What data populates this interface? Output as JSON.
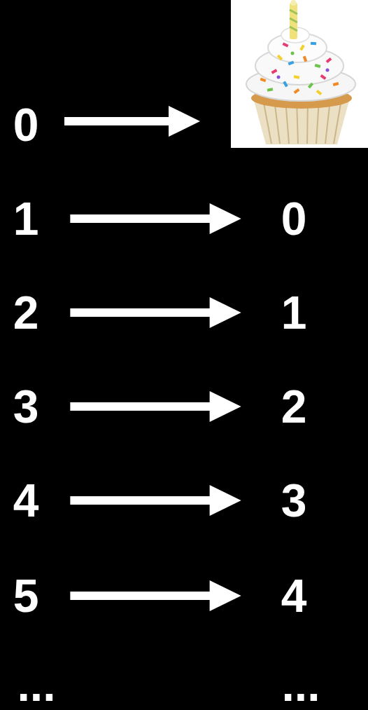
{
  "diagram": {
    "nodes": [
      {
        "text": [
          "0"
        ]
      },
      {
        "text": [
          "1"
        ]
      },
      {
        "text": [
          "0"
        ]
      },
      {
        "text": [
          "2"
        ]
      },
      {
        "text": [
          "1"
        ]
      },
      {
        "text": [
          "3"
        ]
      },
      {
        "text": [
          "2"
        ]
      },
      {
        "text": [
          "4"
        ]
      },
      {
        "text": [
          "3"
        ]
      },
      {
        "text": [
          "5"
        ]
      },
      {
        "text": [
          "4"
        ]
      }
    ],
    "edges": [
      {
        "from": 1,
        "to": 2,
        "arrow": "to"
      },
      {
        "from": 3,
        "to": 4,
        "arrow": "to"
      },
      {
        "from": 5,
        "to": 6,
        "arrow": "to"
      },
      {
        "from": 7,
        "to": 8,
        "arrow": "to"
      },
      {
        "from": 9,
        "to": 10,
        "arrow": "to"
      }
    ],
    "labels": [
      "...",
      "..."
    ]
  }
}
